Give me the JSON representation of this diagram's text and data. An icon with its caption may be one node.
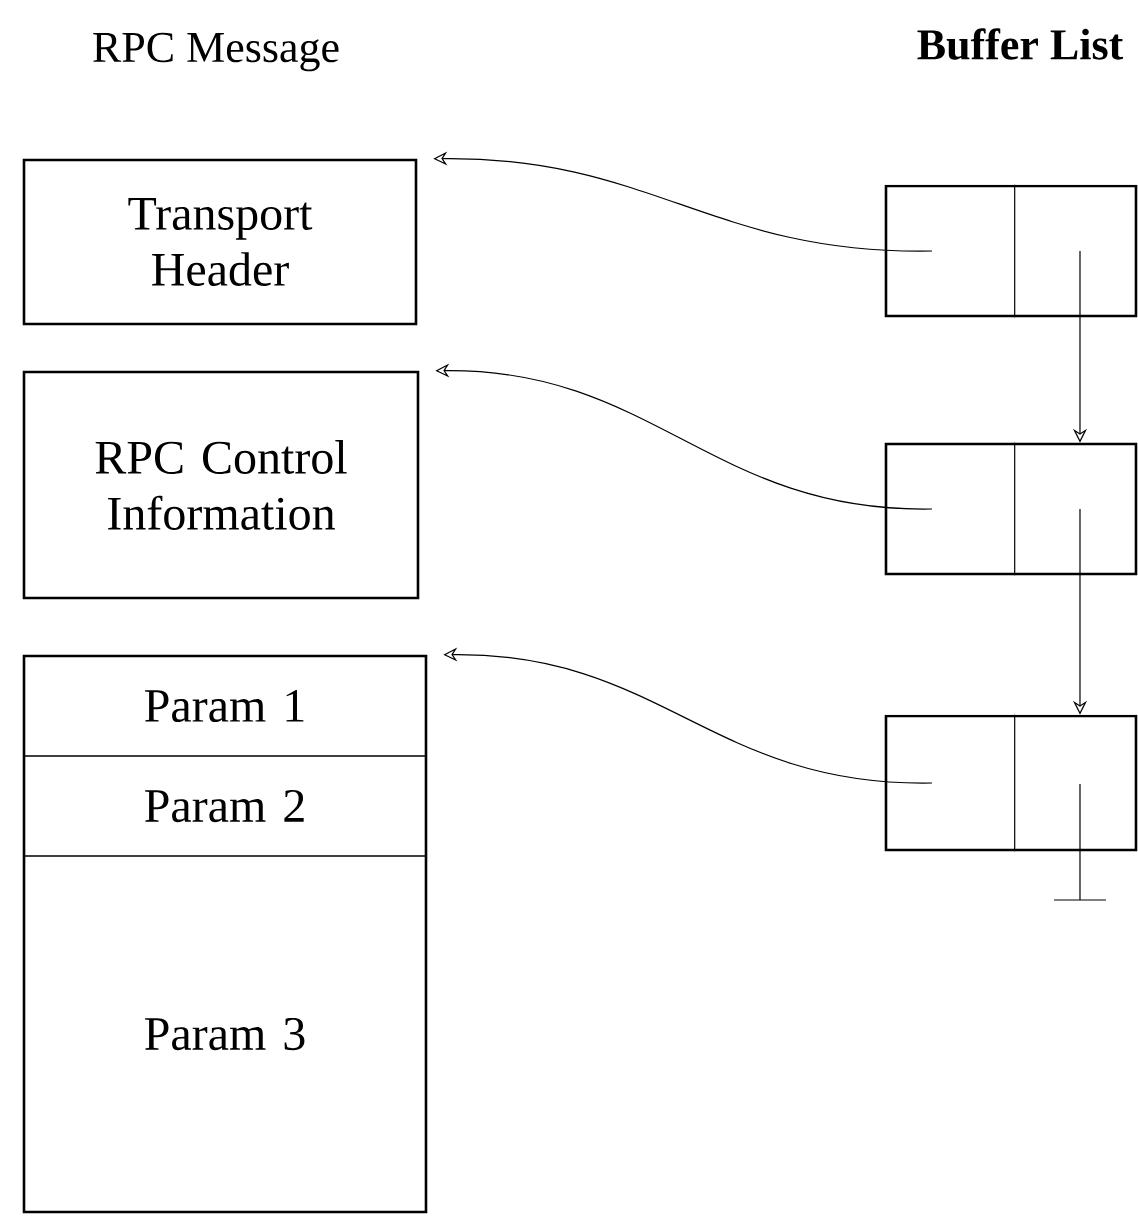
{
  "diagram": {
    "nodes": [
      {
        "text": [
          "Transport Header"
        ]
      },
      {
        "text": [
          "RPC Control Information"
        ]
      },
      {
        "text": [],
        "shape": "box"
      },
      {
        "text": [
          "Param 1"
        ],
        "in": 2
      },
      {
        "text": [
          "Param 2"
        ],
        "in": 2
      },
      {
        "text": [
          "Param 3"
        ],
        "in": 2
      },
      {
        "text": [],
        "shape": "box"
      },
      {
        "text": [],
        "shape": "box"
      },
      {
        "text": [],
        "shape": "box"
      }
    ],
    "edges": [
      {
        "from": 6,
        "to": 0,
        "arrow": "to"
      },
      {
        "from": 7,
        "to": 1,
        "arrow": "to"
      },
      {
        "from": 8,
        "to": 2,
        "arrow": "to"
      },
      {
        "from": 6,
        "to": 7,
        "arrow": "to"
      },
      {
        "from": 7,
        "to": 8,
        "arrow": "to"
      }
    ],
    "labels": [
      "RPC Message",
      "Buffer List"
    ]
  }
}
